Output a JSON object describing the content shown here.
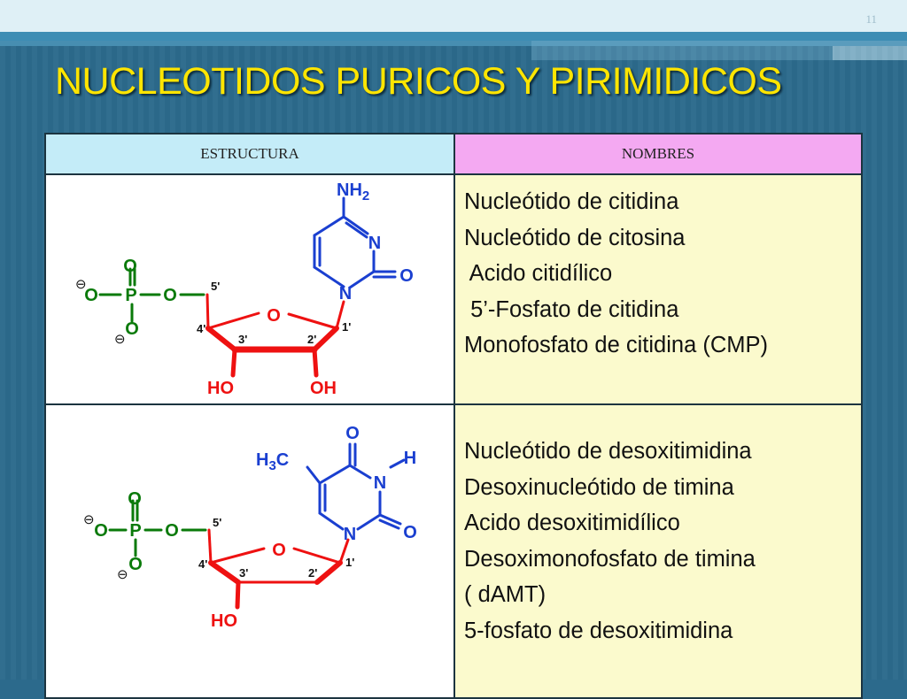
{
  "slide": {
    "number": "11",
    "title": "NUCLEOTIDOS PURICOS Y PIRIMIDICOS"
  },
  "table": {
    "headers": {
      "structure": "ESTRUCTURA",
      "names": "NOMBRES"
    },
    "rows": [
      {
        "names": [
          "Nucleótido de citidina",
          "Nucleótido de citosina",
          " Acido citidílico",
          " 5’-Fosfato de citidina",
          "Monofosfato de citidina (CMP)"
        ],
        "structure_labels": {
          "oxygen": "O",
          "phosphorus": "P",
          "nitrogen": "N",
          "amino": "NH",
          "amino_sub": "2",
          "hydroxyl_left": "HO",
          "hydroxyl_right": "OH",
          "carbon_5": "5'",
          "carbon_4": "4'",
          "carbon_3": "3'",
          "carbon_2": "2'",
          "carbon_1": "1'",
          "charge": "⊖"
        }
      },
      {
        "names": [
          "Nucleótido de desoxitimidina",
          "Desoxinucleótido de timina",
          "Acido desoxitimidílico",
          "Desoximonofosfato de timina",
          "( dAMT)",
          "5-fosfato de desoxitimidina"
        ],
        "structure_labels": {
          "oxygen": "O",
          "phosphorus": "P",
          "nitrogen": "N",
          "hydrogen": "H",
          "methyl_h": "H",
          "methyl_sub": "3",
          "methyl_c": "C",
          "hydroxyl_left": "HO",
          "carbon_5": "5'",
          "carbon_4": "4'",
          "carbon_3": "3'",
          "carbon_2": "2'",
          "carbon_1": "1'",
          "charge": "⊖"
        }
      }
    ]
  },
  "colors": {
    "title": "#ffe500",
    "background": "#2c6a8c",
    "header_structure": "#c4ecf8",
    "header_names": "#f4a9f2",
    "names_cell": "#fbfacd",
    "sugar_ring": "#ee1111",
    "base_ring": "#1a3fd0",
    "phosphate": "#0a7a0a"
  }
}
